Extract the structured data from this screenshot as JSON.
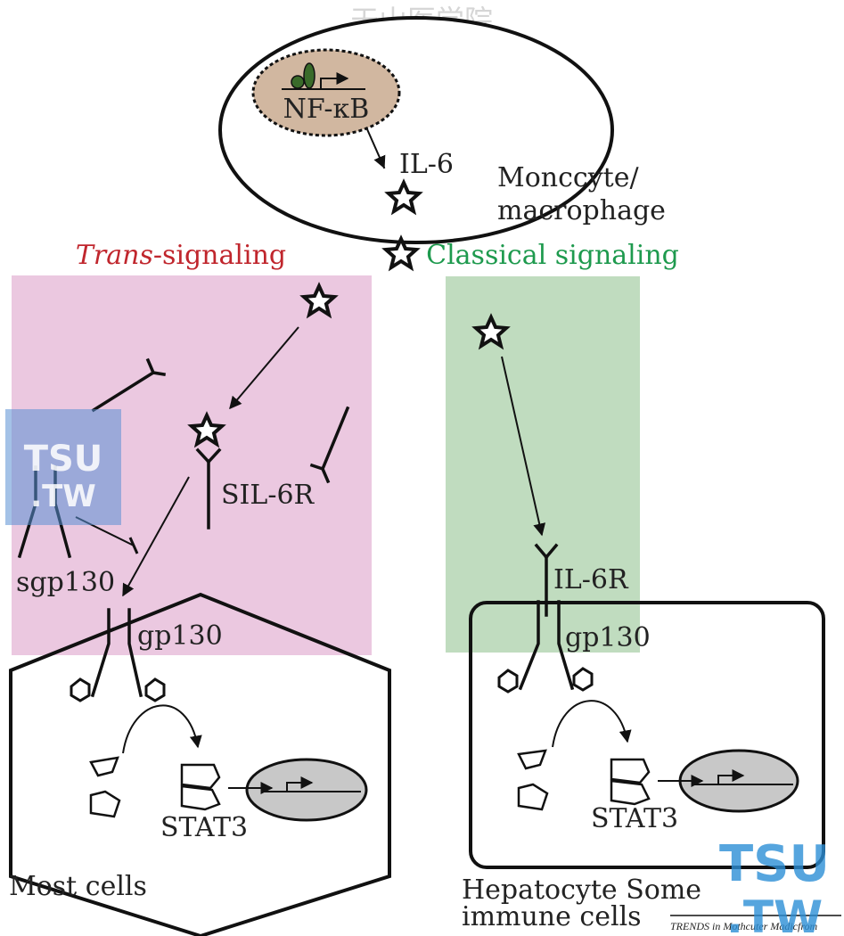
{
  "watermark_top": "天山医学院",
  "watermark_tsu": {
    "line1": "TSU",
    "line2": ".TW"
  },
  "cell_top": {
    "nucleus_label": "NF-κB",
    "cytokine_label": "IL-6",
    "cell_type_line1": "Monccyte/",
    "cell_type_line2": "macrophage"
  },
  "trans_panel": {
    "title_italic": "Trans",
    "title_rest": "-signaling",
    "receptor_label": "SIL-6R",
    "soluble_gp130_label": "sgp130",
    "gp130_label": "gp130",
    "stat_label": "STAT3",
    "cell_label": "Most cells"
  },
  "classical_panel": {
    "title": "Classical signaling",
    "receptor_label": "IL-6R",
    "gp130_label": "gp130",
    "stat_label": "STAT3",
    "cell_label_line1": "Hepatocyte Some",
    "cell_label_line2": "immune cells"
  },
  "footer_credit": "TRENDS in Mothcuter Madicfrom",
  "colors": {
    "trans_bg": "#ebc8e0",
    "classical_bg": "#c0dcbf",
    "trans_title": "#c0262d",
    "classical_title": "#1e9a4e",
    "nucleus_fill": "#d1b7a0",
    "gene_marker": "#3a6b2a",
    "watermark_blue": "#2d8fd6"
  }
}
